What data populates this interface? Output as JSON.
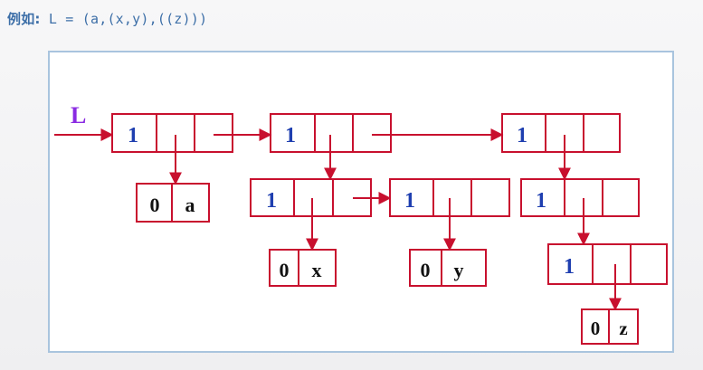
{
  "caption": {
    "prefix": "例如:",
    "expression": " L = (a,(x,y),((z)))"
  },
  "diagram": {
    "head_label": "L",
    "tag_list": "1",
    "tag_atom": "0",
    "colors": {
      "box": "#c8102e",
      "tag": "#1f3fb0",
      "head": "#8a2be2",
      "atom_text": "#111111"
    },
    "atoms": {
      "a": "a",
      "x": "x",
      "y": "y",
      "z": "z"
    }
  }
}
